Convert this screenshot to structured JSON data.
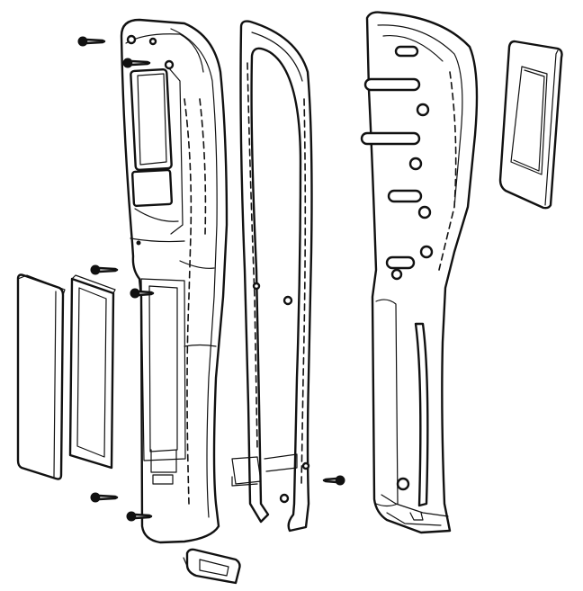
{
  "drawing": {
    "style": "black-and-white technical line art, exploded assembly view",
    "stroke_color": "#111111",
    "background": "#ffffff",
    "parts": [
      "front-housing-with-screen-window",
      "gasket-frame",
      "rear-housing",
      "screen-lens",
      "battery-pack",
      "battery-frame",
      "bottom-cap",
      "screws"
    ],
    "screw_count": 7
  }
}
